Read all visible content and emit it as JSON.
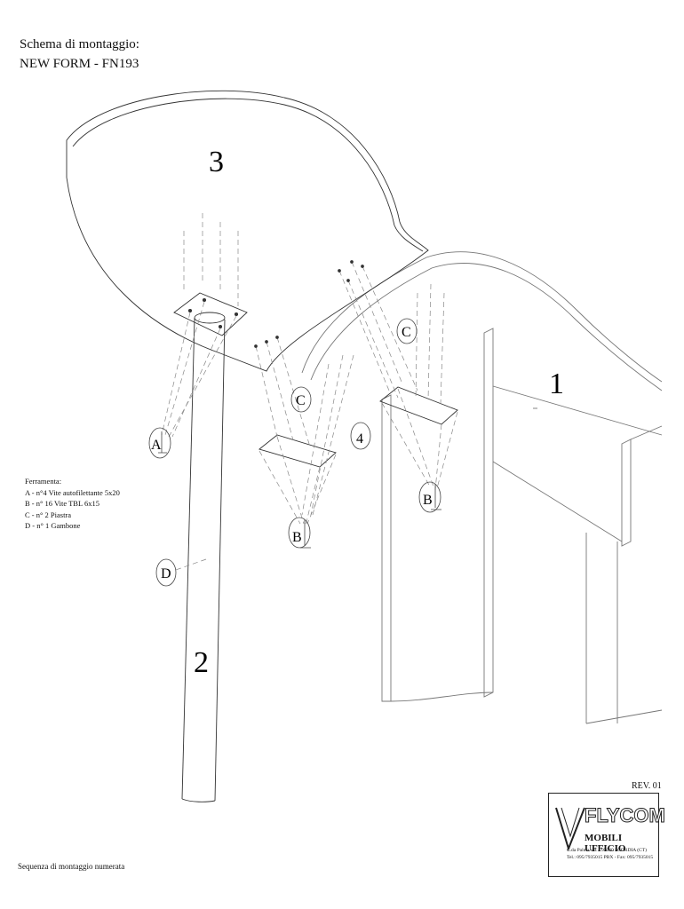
{
  "header": {
    "title_line1": "Schema di montaggio:",
    "title_line2": "NEW FORM - FN193"
  },
  "parts": {
    "p1": "1",
    "p2": "2",
    "p3": "3",
    "p4": "4"
  },
  "callouts": {
    "a": "A",
    "b_left": "B",
    "b_right": "B",
    "c_left": "C",
    "c_right": "C",
    "d": "D"
  },
  "hardware": {
    "heading": "Ferramenta:",
    "items": [
      "A - n°4 Vite autofilettante 5x20",
      "B - n° 16 Vite TBL 6x15",
      "C - n° 2 Piastra",
      "D - n° 1 Gambone"
    ]
  },
  "footer": {
    "sequence_note": "Sequenza di montaggio numerata",
    "revision": "REV. 01"
  },
  "logo": {
    "brand": "FLYCOM",
    "subtitle": "MOBILI UFFICIO",
    "address_line1": "C.da Palma s.n. - 95040 SCORDIA (CT)",
    "address_line2": "Tel.: 095/7935015 PBX - Fax: 095/7935015"
  }
}
